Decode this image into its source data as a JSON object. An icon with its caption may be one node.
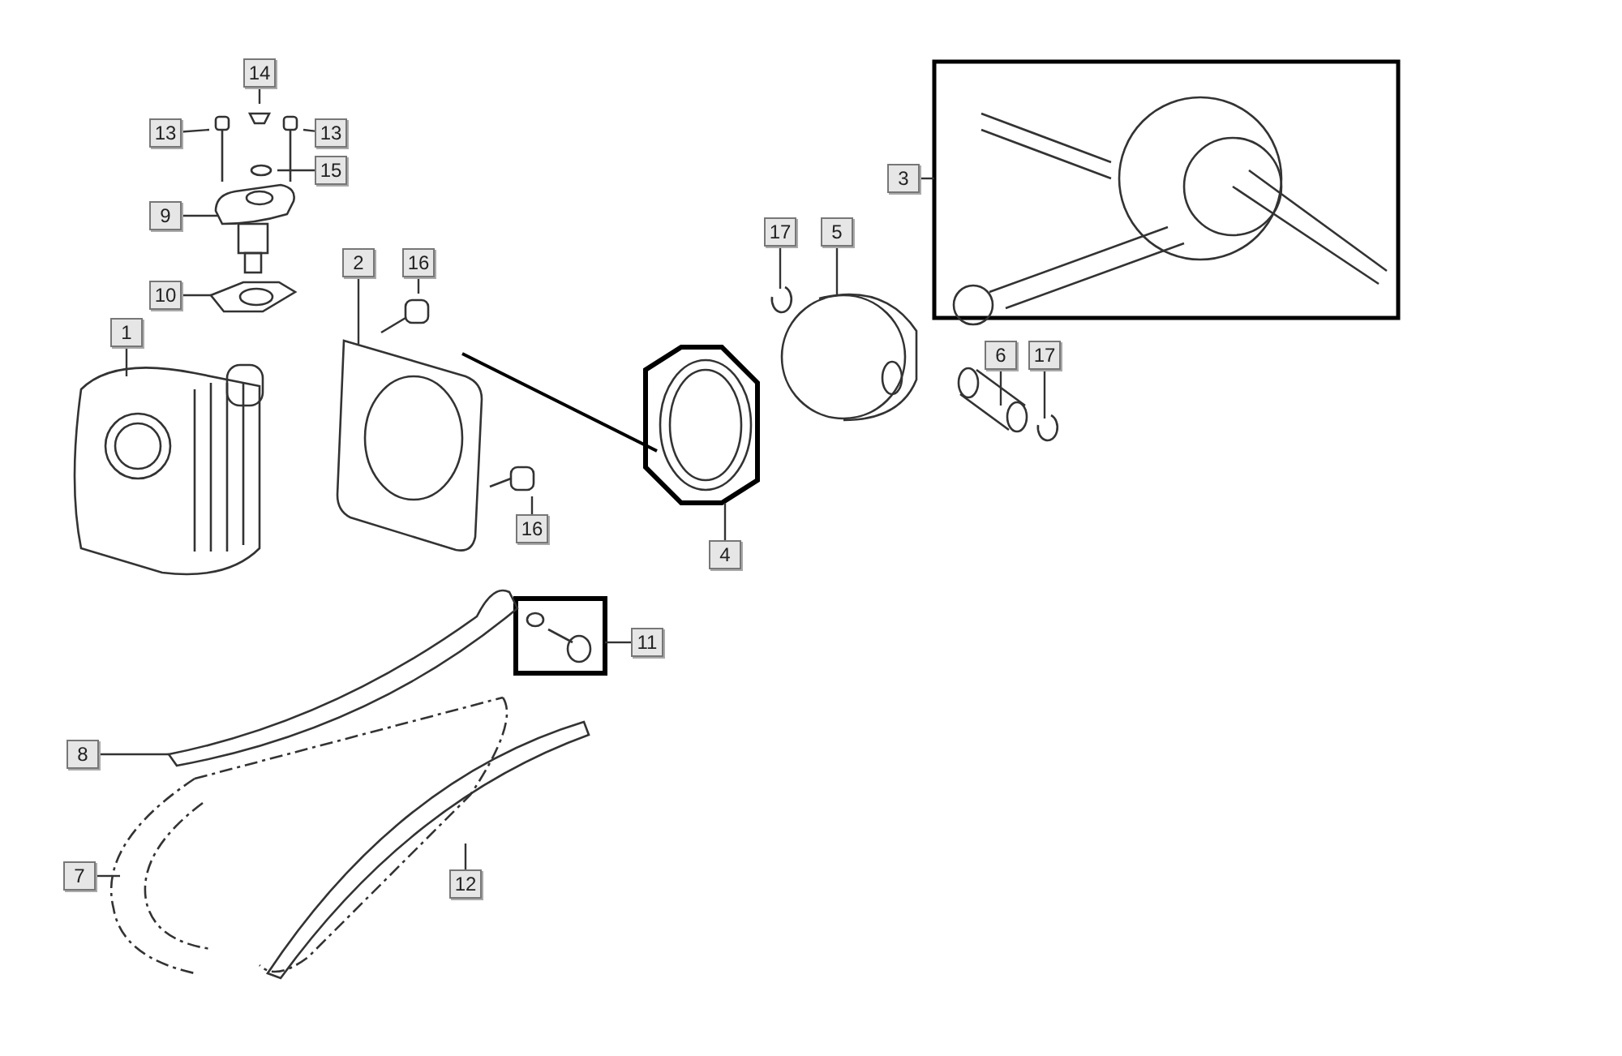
{
  "diagram": {
    "nodes": [
      {
        "text": [
          "14"
        ]
      },
      {
        "text": [
          "13"
        ]
      },
      {
        "text": [
          "13"
        ]
      },
      {
        "text": [
          "15"
        ]
      },
      {
        "text": [
          "9"
        ]
      },
      {
        "text": [
          "2"
        ]
      },
      {
        "text": [
          "16"
        ]
      },
      {
        "text": [
          "3"
        ]
      },
      {
        "text": [
          "17"
        ]
      },
      {
        "text": [
          "5"
        ]
      },
      {
        "text": [
          "10"
        ]
      },
      {
        "text": [
          "1"
        ]
      },
      {
        "text": [
          "6"
        ]
      },
      {
        "text": [
          "17"
        ]
      },
      {
        "text": [
          "16"
        ]
      },
      {
        "text": [
          "4"
        ]
      },
      {
        "text": [
          "11"
        ]
      },
      {
        "text": [
          "8"
        ]
      },
      {
        "text": [
          "7"
        ]
      },
      {
        "text": [
          "12"
        ]
      }
    ],
    "edges": [
      {
        "from": 0,
        "to": null,
        "arrow": "none"
      },
      {
        "from": 1,
        "to": null,
        "arrow": "none"
      },
      {
        "from": 2,
        "to": null,
        "arrow": "none"
      },
      {
        "from": 3,
        "to": null,
        "arrow": "none"
      },
      {
        "from": 4,
        "to": null,
        "arrow": "none"
      },
      {
        "from": 5,
        "to": null,
        "arrow": "none"
      },
      {
        "from": 6,
        "to": null,
        "arrow": "none"
      },
      {
        "from": 7,
        "to": null,
        "arrow": "none"
      },
      {
        "from": 8,
        "to": null,
        "arrow": "none"
      },
      {
        "from": 9,
        "to": null,
        "arrow": "none"
      },
      {
        "from": 10,
        "to": null,
        "arrow": "none"
      },
      {
        "from": 11,
        "to": null,
        "arrow": "none"
      },
      {
        "from": 12,
        "to": null,
        "arrow": "none"
      },
      {
        "from": 13,
        "to": null,
        "arrow": "none"
      },
      {
        "from": 14,
        "to": null,
        "arrow": "none"
      },
      {
        "from": 15,
        "to": null,
        "arrow": "none"
      },
      {
        "from": 16,
        "to": null,
        "arrow": "none"
      },
      {
        "from": 17,
        "to": null,
        "arrow": "none"
      },
      {
        "from": 18,
        "to": null,
        "arrow": "none"
      },
      {
        "from": 19,
        "to": null,
        "arrow": "none"
      }
    ]
  }
}
